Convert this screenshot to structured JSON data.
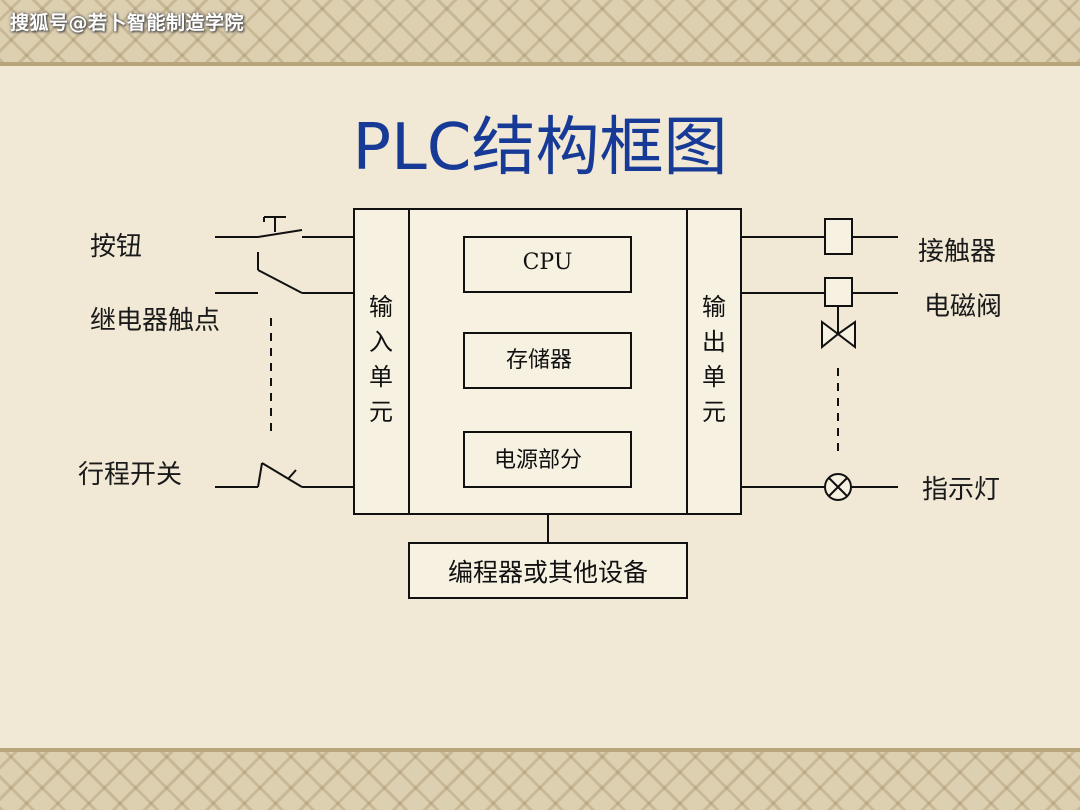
{
  "watermark": "搜狐号@若卜智能制造学院",
  "title": "PLC结构框图",
  "input_devices": {
    "button": "按钮",
    "relay_contact": "继电器触点",
    "travel_switch": "行程开关"
  },
  "output_devices": {
    "contactor": "接触器",
    "solenoid_valve": "电磁阀",
    "indicator_lamp": "指示灯"
  },
  "input_unit": [
    "输",
    "入",
    "单",
    "元"
  ],
  "output_unit": [
    "输",
    "出",
    "单",
    "元"
  ],
  "modules": {
    "cpu": "CPU",
    "memory": "存储器",
    "power": "电源部分"
  },
  "programmer": "编程器或其他设备",
  "colors": {
    "background": "#f1e9d6",
    "title": "#173a96",
    "line": "#111111"
  }
}
